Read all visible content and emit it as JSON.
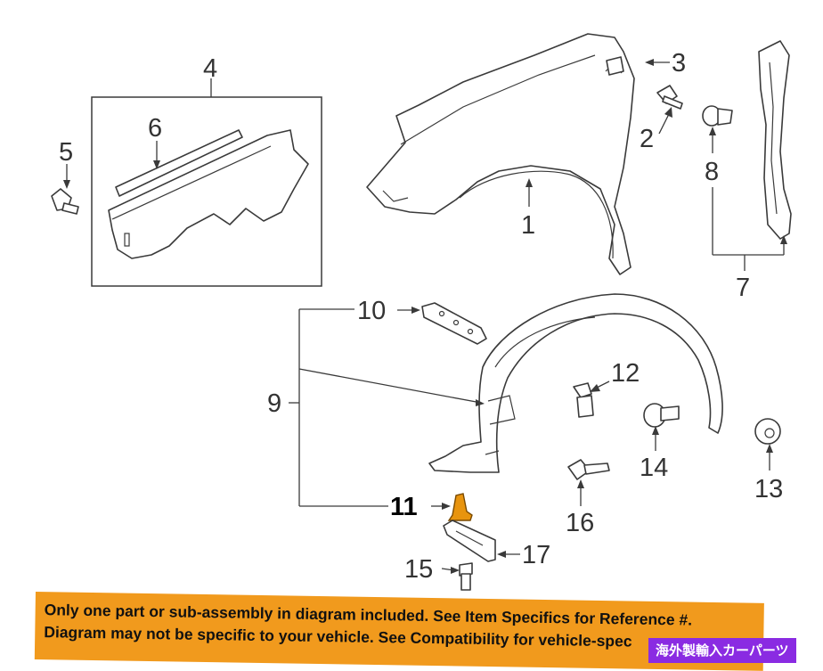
{
  "callouts": {
    "c1": "1",
    "c2": "2",
    "c3": "3",
    "c4": "4",
    "c5": "5",
    "c6": "6",
    "c7": "7",
    "c8": "8",
    "c9": "9",
    "c10": "10",
    "c11": "11",
    "c12": "12",
    "c13": "13",
    "c14": "14",
    "c15": "15",
    "c16": "16",
    "c17": "17"
  },
  "highlight": {
    "part": "11",
    "color": "#e8940e"
  },
  "banner": {
    "color": "#f19a1d",
    "line1": "Only one part or sub-assembly in diagram included. See Item Specifics for Reference #.",
    "line2": "Diagram may not be specific to your vehicle. See Compatibility for vehicle-spec"
  },
  "watermark": {
    "text": "海外製輸入カーパーツ",
    "color": "#8a2be2"
  }
}
